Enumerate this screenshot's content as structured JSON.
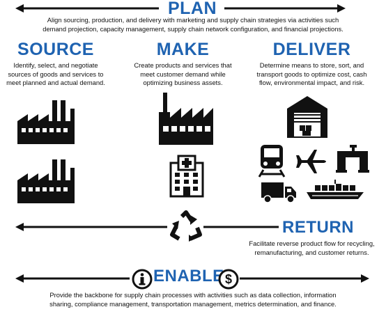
{
  "plan": {
    "title": "PLAN",
    "line1": "Align sourcing, production, and delivery with marketing and supply chain strategies via activities such",
    "line2": "demand projection, capacity management, supply chain network configuration, and financial projections."
  },
  "source": {
    "title": "SOURCE",
    "line1": "Identify, select, and negotiate",
    "line2": "sources of goods and services to",
    "line3": "meet planned and actual demand."
  },
  "make": {
    "title": "MAKE",
    "line1": "Create products and services that",
    "line2": "meet customer demand while",
    "line3": "optimizing business assets."
  },
  "deliver": {
    "title": "DELIVER",
    "line1": "Determine means to store, sort, and",
    "line2": "transport goods to optimize cost, cash",
    "line3": "flow, environmental impact, and risk."
  },
  "return": {
    "title": "RETURN",
    "line1": "Facilitate reverse product flow for recycling,",
    "line2": "remanufacturing, and customer returns."
  },
  "enable": {
    "title": "ENABLE",
    "line1": "Provide the backbone for supply chain processes with activities such as data collection, information",
    "line2": "sharing, compliance management, transportation management, metrics determination, and finance."
  },
  "colors": {
    "heading": "#1f63b1",
    "icon": "#111111"
  },
  "icons": [
    "factory-icon",
    "hospital-icon",
    "warehouse-icon",
    "train-icon",
    "airplane-icon",
    "pipeline-icon",
    "truck-icon",
    "cargo-ship-icon",
    "recycle-icon",
    "info-icon",
    "dollar-icon"
  ]
}
